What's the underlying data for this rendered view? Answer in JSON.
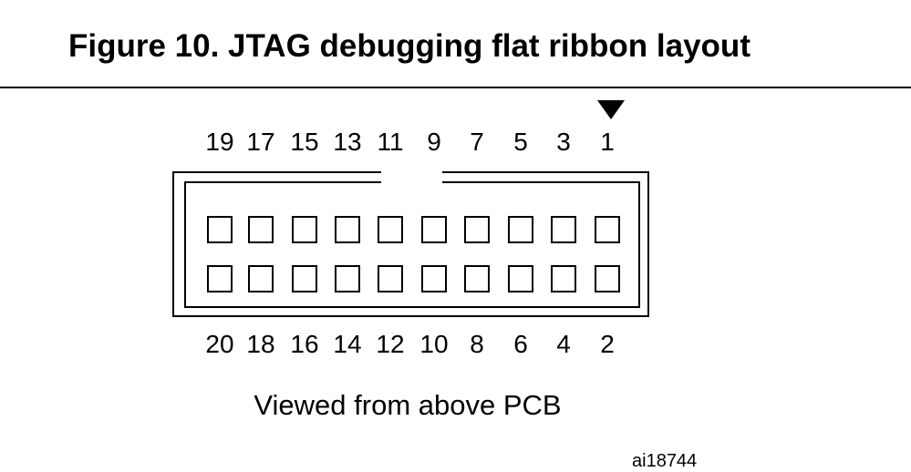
{
  "title": "Figure 10. JTAG debugging flat ribbon layout",
  "top_pins": [
    "19",
    "17",
    "15",
    "13",
    "11",
    "9",
    "7",
    "5",
    "3",
    "1"
  ],
  "bottom_pins": [
    "20",
    "18",
    "16",
    "14",
    "12",
    "10",
    "8",
    "6",
    "4",
    "2"
  ],
  "pin1_marker": "triangle-down-icon",
  "caption": "Viewed from above PCB",
  "reference": "ai18744"
}
